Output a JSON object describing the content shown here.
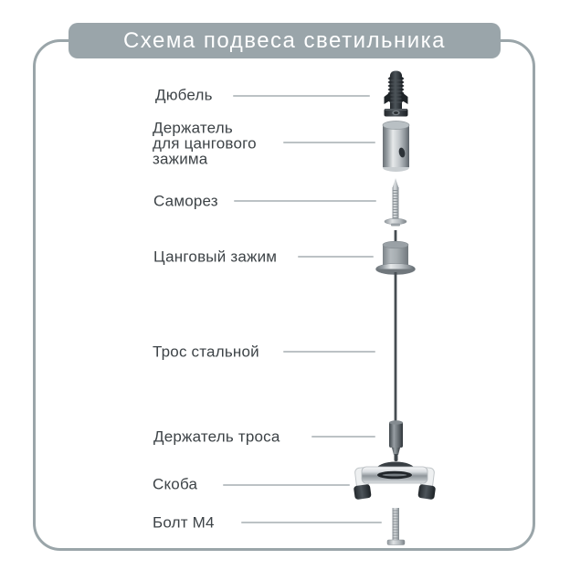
{
  "title": "Схема подвеса светильника",
  "colors": {
    "accent": "#9aa5aa",
    "card_border": "#9aa5a9",
    "title_text": "#ffffff",
    "label_text": "#3d4347",
    "leader_line": "#bcc2c5"
  },
  "parts": [
    {
      "id": "dowel",
      "label": "Дюбель",
      "icon": "dowel-icon"
    },
    {
      "id": "collet-holder",
      "label": "Держатель\nдля цангового\nзажима",
      "icon": "collet-holder-icon"
    },
    {
      "id": "screw",
      "label": "Саморез",
      "icon": "screw-icon"
    },
    {
      "id": "collet-clamp",
      "label": "Цанговый зажим",
      "icon": "collet-clamp-icon"
    },
    {
      "id": "steel-cable",
      "label": "Трос стальной",
      "icon": "steel-cable-icon"
    },
    {
      "id": "cable-holder",
      "label": "Держатель троса",
      "icon": "cable-holder-icon"
    },
    {
      "id": "bracket",
      "label": "Скоба",
      "icon": "bracket-icon"
    },
    {
      "id": "bolt",
      "label": "Болт М4",
      "icon": "bolt-icon"
    }
  ]
}
